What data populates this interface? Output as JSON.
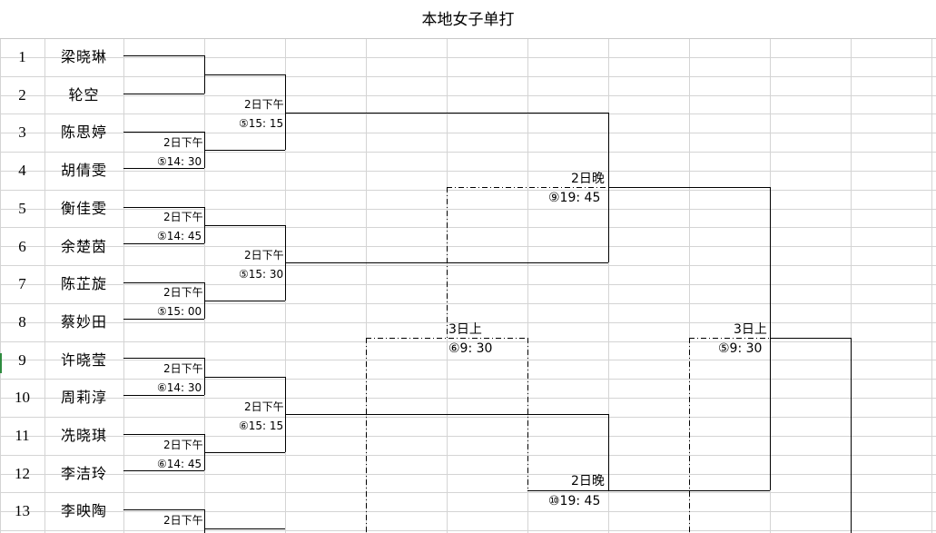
{
  "sheet": {
    "title": "本地女子单打",
    "players": [
      {
        "num": "1",
        "name": "梁晓琳"
      },
      {
        "num": "2",
        "name": "轮空"
      },
      {
        "num": "3",
        "name": "陈思婷"
      },
      {
        "num": "4",
        "name": "胡倩雯"
      },
      {
        "num": "5",
        "name": "衡佳雯"
      },
      {
        "num": "6",
        "name": "余楚茵"
      },
      {
        "num": "7",
        "name": "陈芷旋"
      },
      {
        "num": "8",
        "name": "蔡妙田"
      },
      {
        "num": "9",
        "name": "许晓莹"
      },
      {
        "num": "10",
        "name": "周莉淳"
      },
      {
        "num": "11",
        "name": "冼晓琪"
      },
      {
        "num": "12",
        "name": "李洁玲"
      },
      {
        "num": "13",
        "name": "李映陶"
      }
    ],
    "match_labels": {
      "r1_3_4": {
        "day": "2日下午",
        "time": "⑤14: 30"
      },
      "r1_5_6": {
        "day": "2日下午",
        "time": "⑤14: 45"
      },
      "r1_7_8": {
        "day": "2日下午",
        "time": "⑤15: 00"
      },
      "r1_9_10": {
        "day": "2日下午",
        "time": "⑥14: 30"
      },
      "r1_11_12": {
        "day": "2日下午",
        "time": "⑥14: 45"
      },
      "r1_13": {
        "day": "2日下午"
      },
      "r2_a": {
        "day": "2日下午",
        "time": "⑤15: 15"
      },
      "r2_b": {
        "day": "2日下午",
        "time": "⑤15: 30"
      },
      "r2_c": {
        "day": "2日下午",
        "time": "⑥15: 15"
      },
      "r3_top": {
        "day": "2日晚",
        "time": "⑨19: 45"
      },
      "r3_bot": {
        "day": "2日晚",
        "time": "⑩19: 45"
      },
      "semi_mid": {
        "day": "3日上",
        "time": "⑥9: 30"
      },
      "semi_right": {
        "day": "3日上",
        "time": "⑤9: 30"
      }
    }
  }
}
